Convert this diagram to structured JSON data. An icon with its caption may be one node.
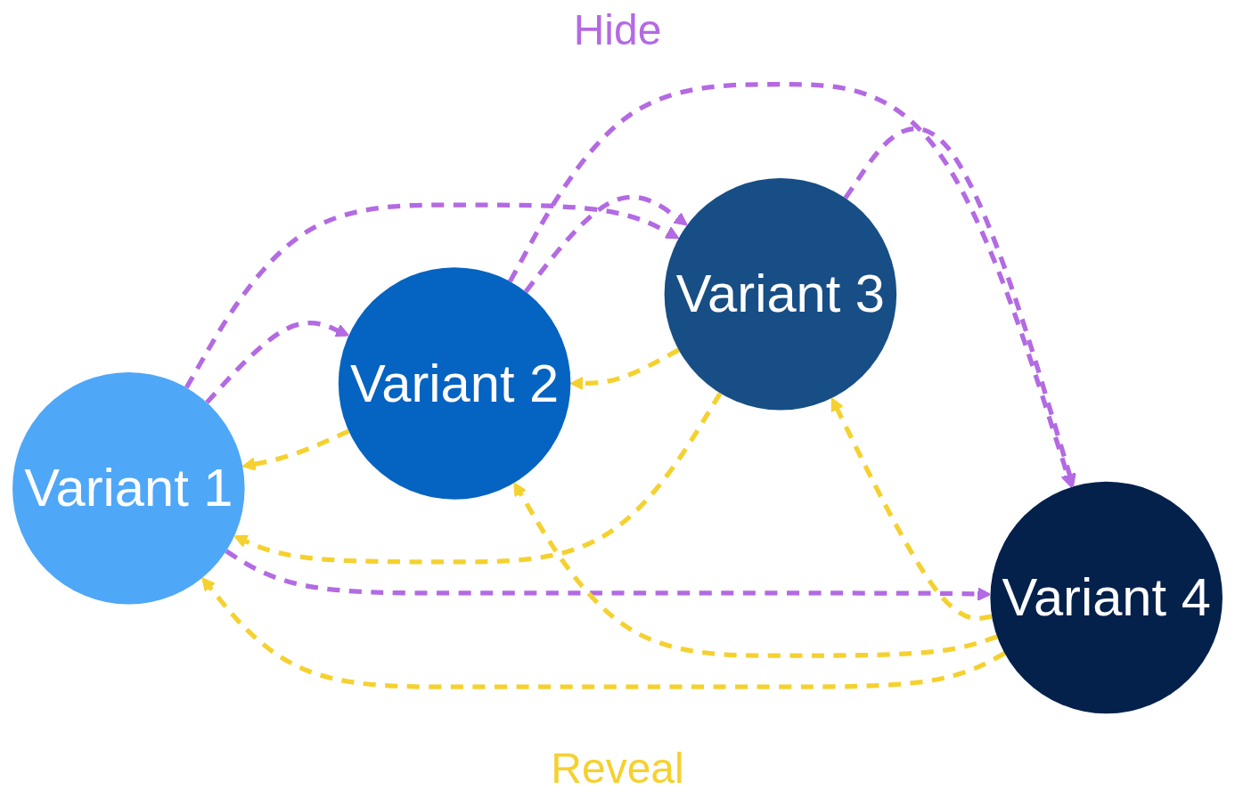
{
  "diagram": {
    "nodes": [
      {
        "text": [
          "Variant 1"
        ]
      },
      {
        "text": [
          "Variant 2"
        ]
      },
      {
        "text": [
          "Variant 3"
        ]
      },
      {
        "text": [
          "Variant 4"
        ]
      }
    ],
    "edges": [
      {
        "from": 0,
        "to": 1,
        "arrow": "to",
        "style": "dashed",
        "color": "#b36ae2"
      },
      {
        "from": 1,
        "to": 2,
        "arrow": "to",
        "style": "dashed",
        "color": "#b36ae2"
      },
      {
        "from": 2,
        "to": 3,
        "arrow": "to",
        "style": "dashed",
        "color": "#b36ae2"
      },
      {
        "from": 0,
        "to": 2,
        "arrow": "to",
        "style": "dashed",
        "color": "#b36ae2"
      },
      {
        "from": 1,
        "to": 3,
        "arrow": "to",
        "style": "dashed",
        "color": "#b36ae2"
      },
      {
        "from": 0,
        "to": 3,
        "arrow": "to",
        "style": "dashed",
        "color": "#b36ae2"
      },
      {
        "from": 1,
        "to": 0,
        "arrow": "to",
        "style": "dashed",
        "color": "#f5d130"
      },
      {
        "from": 2,
        "to": 1,
        "arrow": "to",
        "style": "dashed",
        "color": "#f5d130"
      },
      {
        "from": 3,
        "to": 2,
        "arrow": "to",
        "style": "dashed",
        "color": "#f5d130"
      },
      {
        "from": 2,
        "to": 0,
        "arrow": "to",
        "style": "dashed",
        "color": "#f5d130"
      },
      {
        "from": 3,
        "to": 1,
        "arrow": "to",
        "style": "dashed",
        "color": "#f5d130"
      },
      {
        "from": 3,
        "to": 0,
        "arrow": "to",
        "style": "dashed",
        "color": "#f5d130"
      }
    ],
    "labels": [
      "Hide",
      "Reveal"
    ]
  }
}
